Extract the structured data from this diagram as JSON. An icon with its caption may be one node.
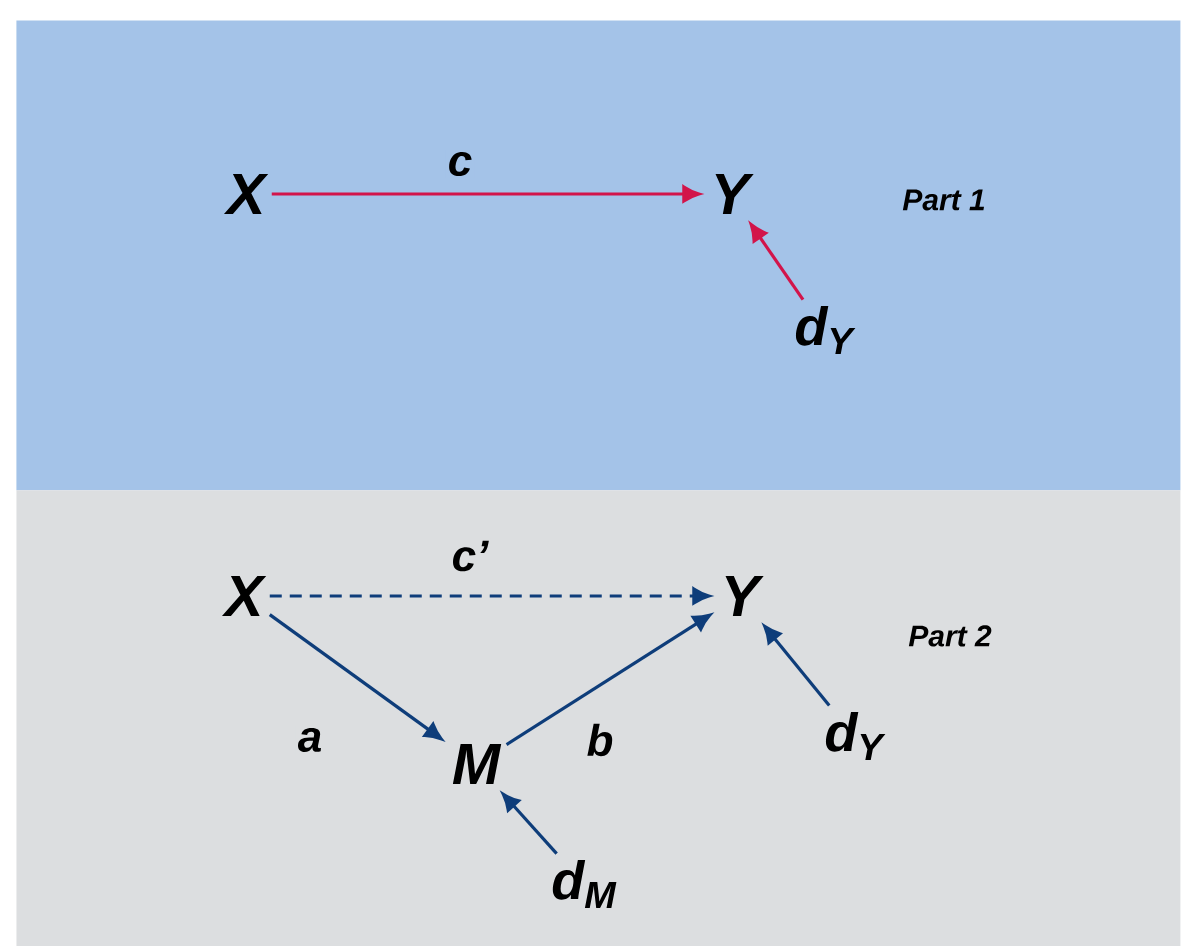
{
  "diagram": {
    "nodes": [
      {
        "text": [
          "*Part 1*"
        ]
      },
      {
        "text": [
          "X"
        ],
        "in": 0
      },
      {
        "text": [
          "Y"
        ],
        "in": 0
      },
      {
        "text": [
          "d$_{Y}$"
        ],
        "in": 0
      },
      {
        "text": [
          "*Part 2*"
        ]
      },
      {
        "text": [
          "X"
        ],
        "in": 4
      },
      {
        "text": [
          "Y"
        ],
        "in": 4
      },
      {
        "text": [
          "M"
        ],
        "in": 4
      },
      {
        "text": [
          "d$_{Y}$"
        ],
        "in": 4
      },
      {
        "text": [
          "d$_{M}$"
        ],
        "in": 4
      }
    ],
    "edges": [
      {
        "from": 1,
        "to": 2,
        "arrow": "to",
        "label": "c",
        "color": "#d2144a"
      },
      {
        "from": 3,
        "to": 2,
        "arrow": "to",
        "color": "#d2144a"
      },
      {
        "from": 5,
        "to": 6,
        "arrow": "to",
        "label": "c’",
        "style": "dashed"
      },
      {
        "from": 5,
        "to": 7,
        "arrow": "to",
        "label": "a"
      },
      {
        "from": 7,
        "to": 6,
        "arrow": "to",
        "label": "b"
      },
      {
        "from": 8,
        "to": 6,
        "arrow": "to"
      },
      {
        "from": 9,
        "to": 7,
        "arrow": "to"
      }
    ]
  }
}
